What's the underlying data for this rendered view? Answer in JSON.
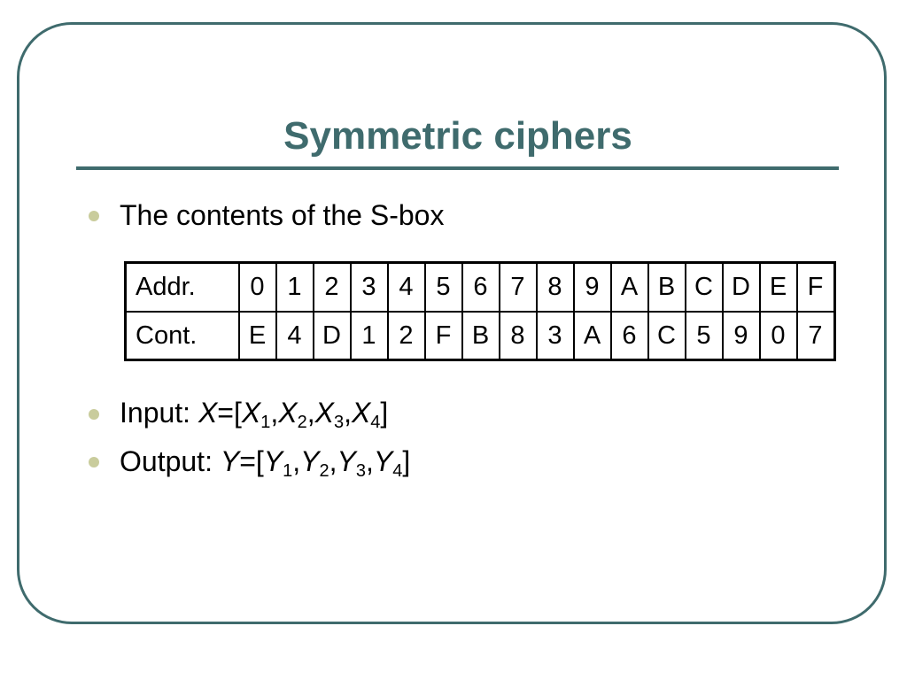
{
  "slide": {
    "title": "Symmetric ciphers",
    "accent_color": "#3f6b6d",
    "bullet_color": "#c9cc9c",
    "bullets": [
      {
        "text": "The contents of the S-box"
      }
    ]
  },
  "sbox_table": {
    "rows": [
      {
        "header": "Addr.",
        "cells": [
          "0",
          "1",
          "2",
          "3",
          "4",
          "5",
          "6",
          "7",
          "8",
          "9",
          "A",
          "B",
          "C",
          "D",
          "E",
          "F"
        ]
      },
      {
        "header": "Cont.",
        "cells": [
          "E",
          "4",
          "D",
          "1",
          "2",
          "F",
          "B",
          "8",
          "3",
          "A",
          "6",
          "C",
          "5",
          "9",
          "0",
          "7"
        ]
      }
    ]
  },
  "input_line": {
    "label": "Input: ",
    "var": "X",
    "eq": "=[",
    "comps": [
      {
        "sym": "X",
        "sub": "1"
      },
      {
        "sym": "X",
        "sub": "2"
      },
      {
        "sym": "X",
        "sub": "3"
      },
      {
        "sym": "X",
        "sub": "4"
      }
    ],
    "close": "]"
  },
  "output_line": {
    "label": "Output: ",
    "var": "Y",
    "eq": "=[",
    "comps": [
      {
        "sym": "Y",
        "sub": "1"
      },
      {
        "sym": "Y",
        "sub": "2"
      },
      {
        "sym": "Y",
        "sub": "3"
      },
      {
        "sym": "Y",
        "sub": "4"
      }
    ],
    "close": "]"
  }
}
